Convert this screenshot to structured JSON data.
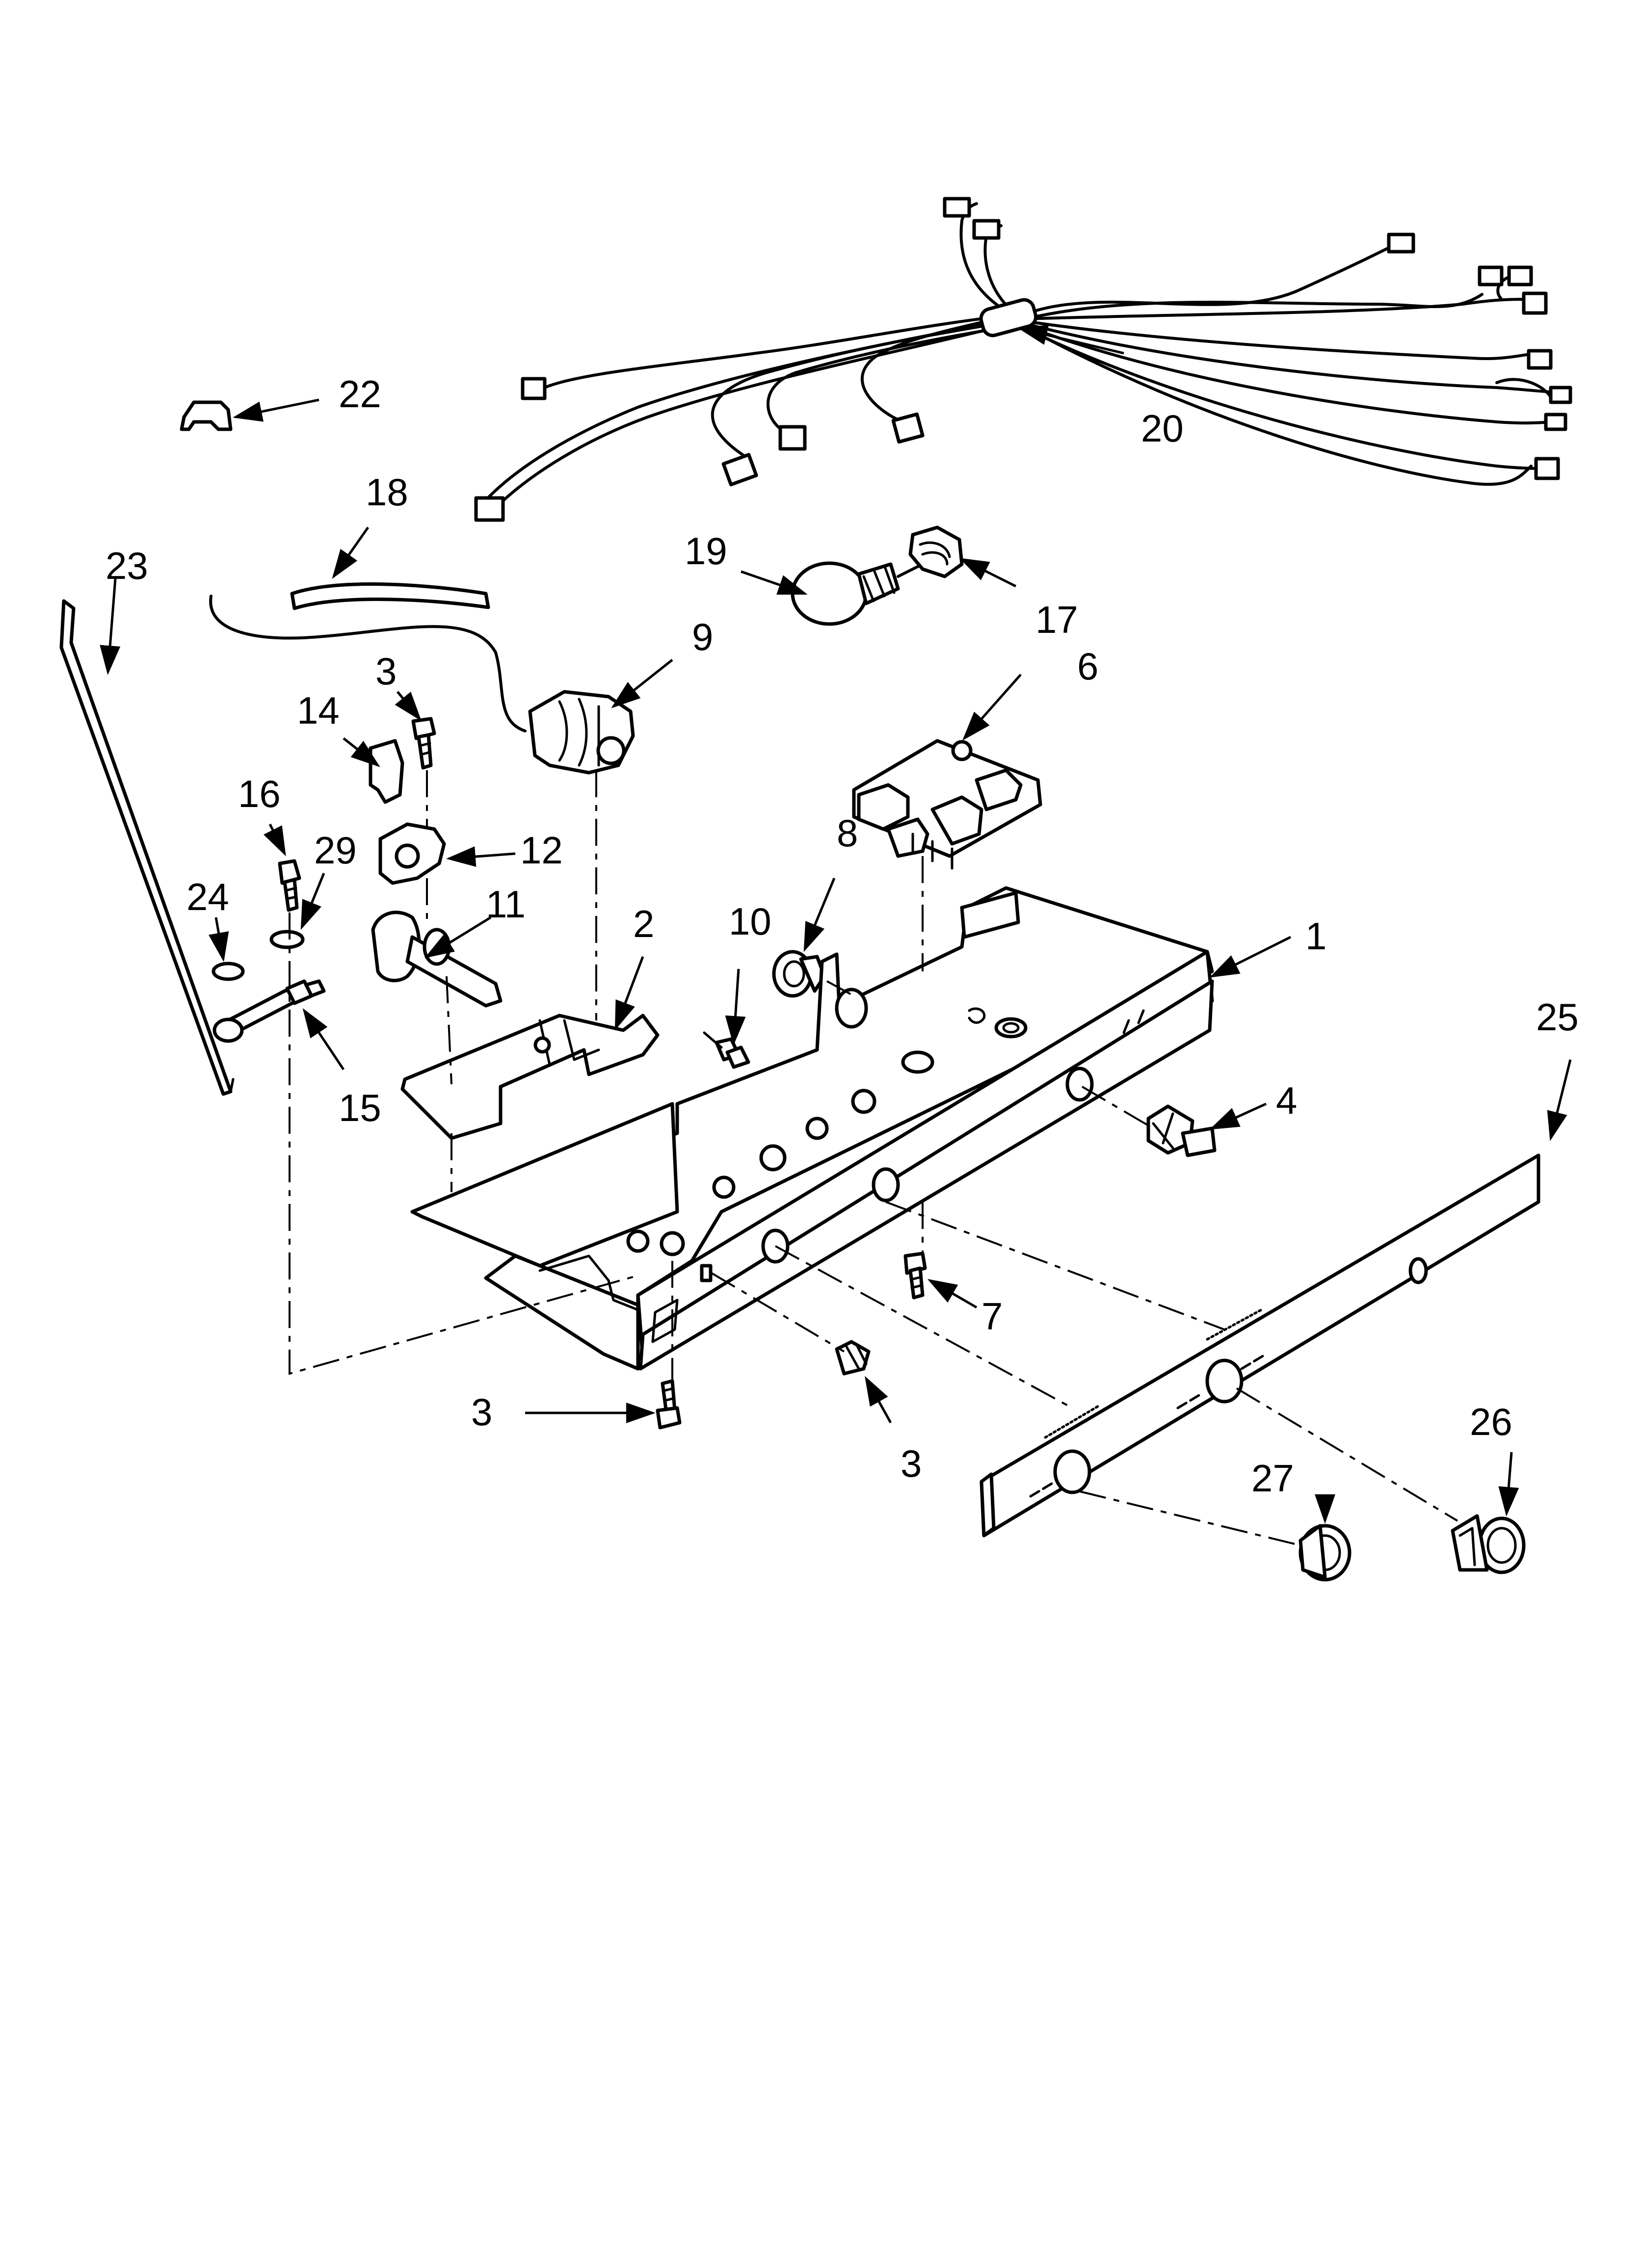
{
  "diagram": {
    "colors": {
      "line": "#000000",
      "background": "#ffffff"
    },
    "callouts": [
      {
        "id": "c22",
        "label": "22"
      },
      {
        "id": "c20",
        "label": "20"
      },
      {
        "id": "c18",
        "label": "18"
      },
      {
        "id": "c23",
        "label": "23"
      },
      {
        "id": "c19",
        "label": "19"
      },
      {
        "id": "c17",
        "label": "17"
      },
      {
        "id": "c9",
        "label": "9"
      },
      {
        "id": "c3a",
        "label": "3"
      },
      {
        "id": "c14",
        "label": "14"
      },
      {
        "id": "c6",
        "label": "6"
      },
      {
        "id": "c16",
        "label": "16"
      },
      {
        "id": "c8",
        "label": "8"
      },
      {
        "id": "c29",
        "label": "29"
      },
      {
        "id": "c12",
        "label": "12"
      },
      {
        "id": "c24",
        "label": "24"
      },
      {
        "id": "c11",
        "label": "11"
      },
      {
        "id": "c10",
        "label": "10"
      },
      {
        "id": "c2",
        "label": "2"
      },
      {
        "id": "c1",
        "label": "1"
      },
      {
        "id": "c25",
        "label": "25"
      },
      {
        "id": "c15",
        "label": "15"
      },
      {
        "id": "c4",
        "label": "4"
      },
      {
        "id": "c7",
        "label": "7"
      },
      {
        "id": "c26",
        "label": "26"
      },
      {
        "id": "c3b",
        "label": "3"
      },
      {
        "id": "c3c",
        "label": "3"
      },
      {
        "id": "c27",
        "label": "27"
      }
    ]
  }
}
